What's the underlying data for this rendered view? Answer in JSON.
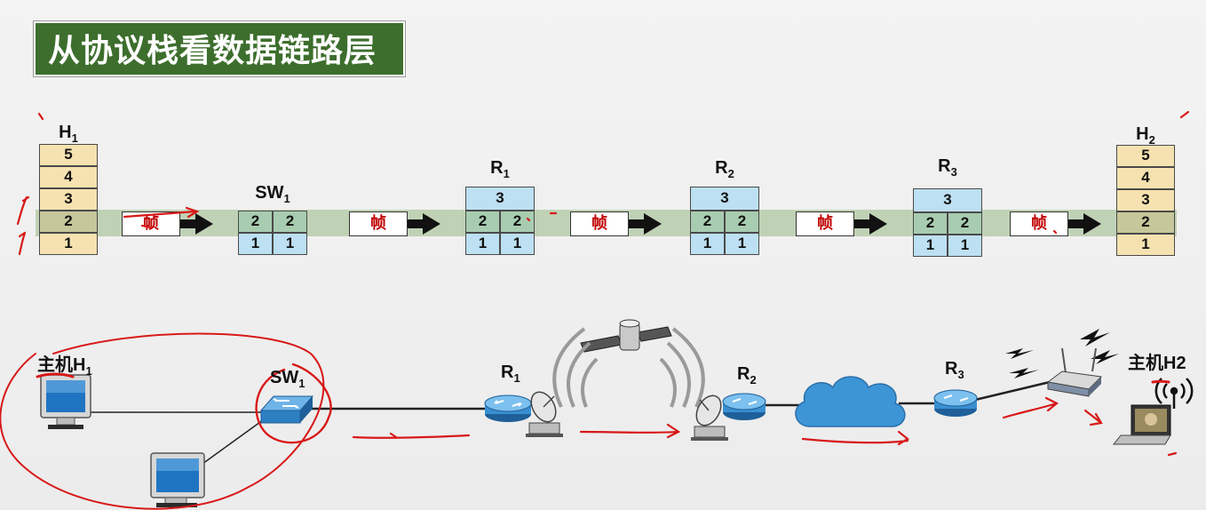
{
  "title": "从协议栈看数据链路层",
  "frame_label": "帧",
  "hosts": {
    "h1": {
      "label": "H",
      "sub": "1",
      "layers": [
        "5",
        "4",
        "3",
        "2",
        "1"
      ]
    },
    "h2": {
      "label": "H",
      "sub": "2",
      "layers": [
        "5",
        "4",
        "3",
        "2",
        "1"
      ]
    }
  },
  "switch": {
    "label": "SW",
    "sub": "1",
    "rows": [
      [
        "2",
        "2"
      ],
      [
        "1",
        "1"
      ]
    ]
  },
  "routers": [
    {
      "label": "R",
      "sub": "1",
      "top": "3",
      "rows": [
        [
          "2",
          "2"
        ],
        [
          "1",
          "1"
        ]
      ]
    },
    {
      "label": "R",
      "sub": "2",
      "top": "3",
      "rows": [
        [
          "2",
          "2"
        ],
        [
          "1",
          "1"
        ]
      ]
    },
    {
      "label": "R",
      "sub": "3",
      "top": "3",
      "rows": [
        [
          "2",
          "2"
        ],
        [
          "1",
          "1"
        ]
      ]
    }
  ],
  "network": {
    "host1": {
      "label": "主机H",
      "sub": "1"
    },
    "sw1": {
      "label": "SW",
      "sub": "1"
    },
    "r1": {
      "label": "R",
      "sub": "1"
    },
    "r2": {
      "label": "R",
      "sub": "2"
    },
    "r3": {
      "label": "R",
      "sub": "3"
    },
    "host2": {
      "label": "主机H2"
    }
  },
  "colors": {
    "title_bg": "#3d6e2d",
    "annotation": "#d81818",
    "router": "#3a8fd0",
    "cloud": "#3d95d6"
  },
  "icons": [
    "monitor-icon",
    "switch-icon",
    "router-icon",
    "satellite-dish-icon",
    "satellite-icon",
    "cloud-icon",
    "wireless-ap-icon",
    "laptop-icon",
    "wireless-signal-icon",
    "lightning-icon"
  ]
}
